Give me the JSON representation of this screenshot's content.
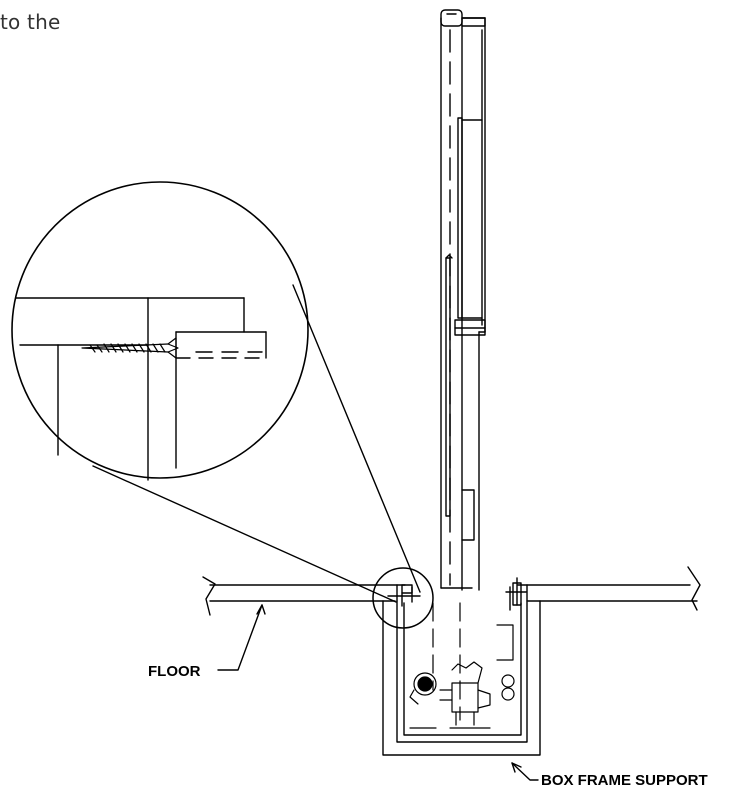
{
  "intro_fragment": "to the",
  "labels": {
    "floor": "FLOOR",
    "box_frame_support": "BOX FRAME SUPPORT"
  },
  "colors": {
    "line": "#000000",
    "background": "#ffffff"
  }
}
